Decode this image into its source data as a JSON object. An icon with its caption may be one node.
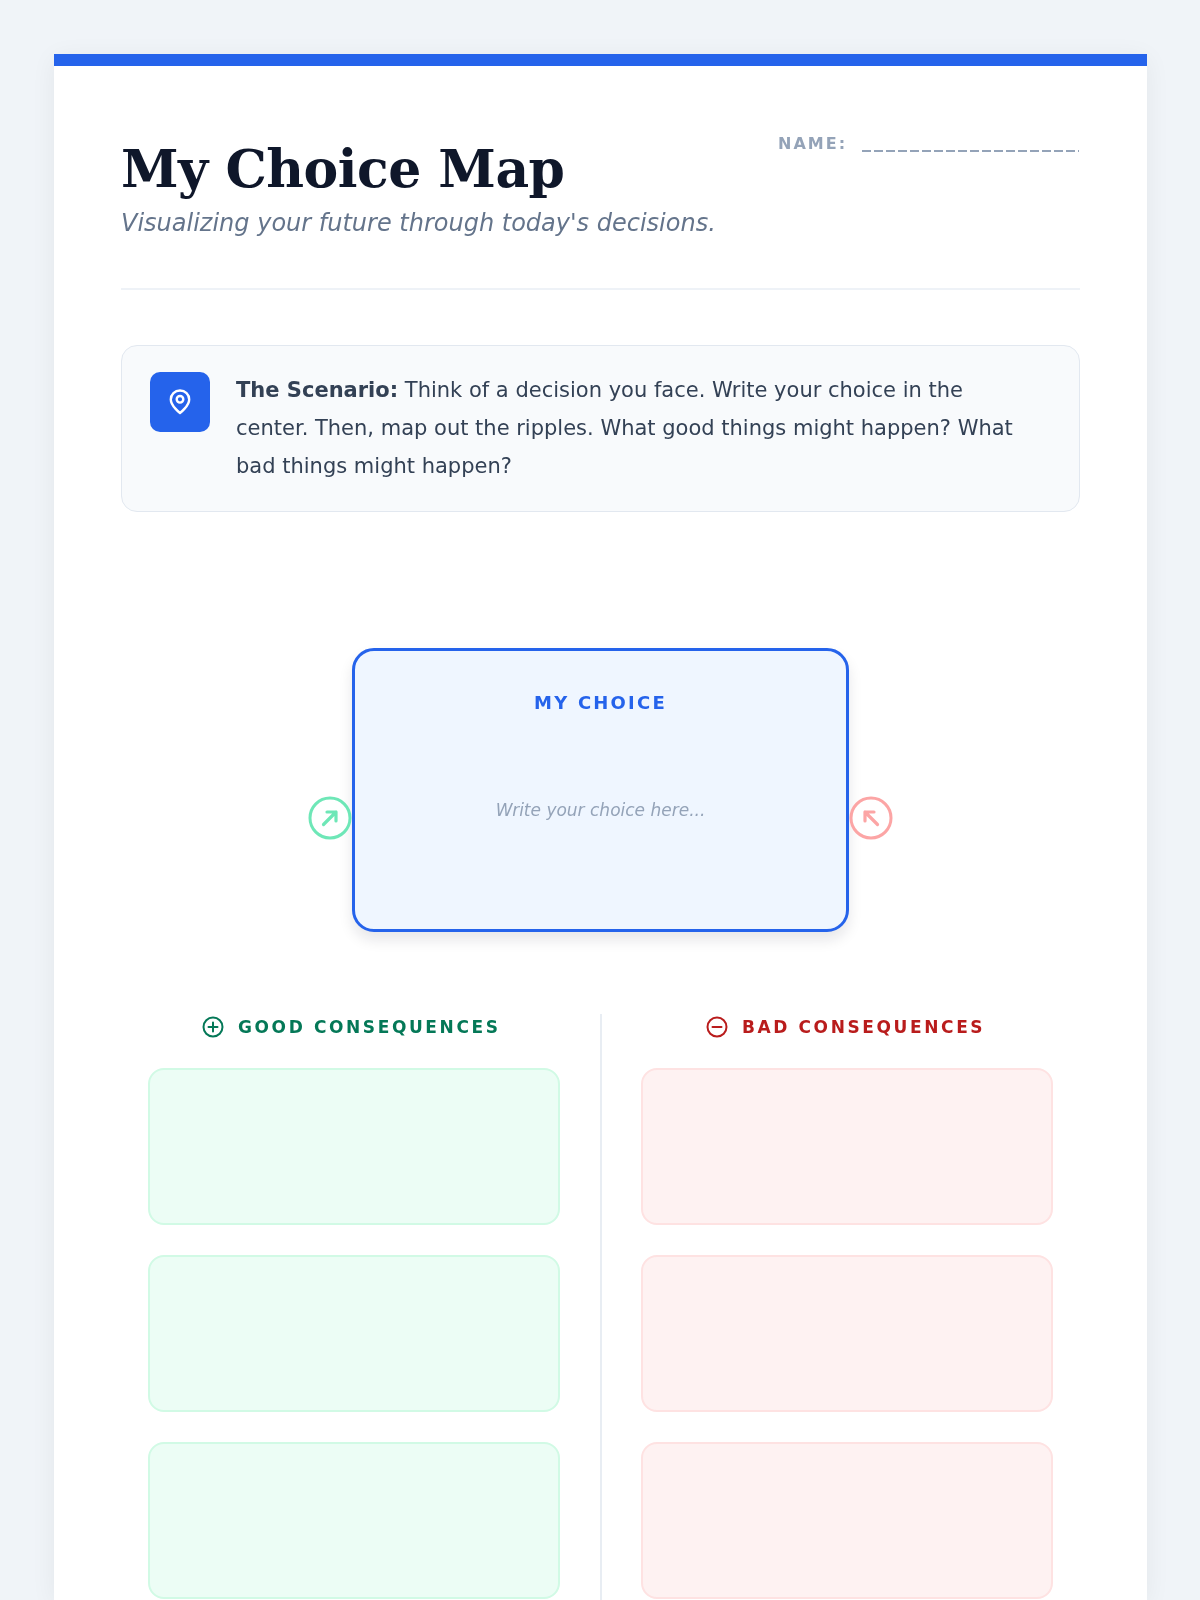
{
  "diagram": {
    "title": "My Choice Map",
    "nodes": [
      {
        "text": [
          "**The Scenario:** Think of a decision you face. Write your choice in the center. Then, map out the ripples. What good things might happen? What bad things might happen?"
        ]
      },
      {
        "text": [
          "MY CHOICE",
          "Write your choice here..."
        ]
      },
      {
        "text": [],
        "shape": "box"
      },
      {
        "text": [],
        "shape": "box"
      },
      {
        "text": [],
        "shape": "box"
      },
      {
        "text": [],
        "shape": "box"
      },
      {
        "text": [],
        "shape": "box"
      },
      {
        "text": [],
        "shape": "box"
      }
    ],
    "labels": [
      "NAME:",
      "Visualizing your future through today's decisions.",
      "GOOD CONSEQUENCES",
      "BAD CONSEQUENCES"
    ]
  }
}
